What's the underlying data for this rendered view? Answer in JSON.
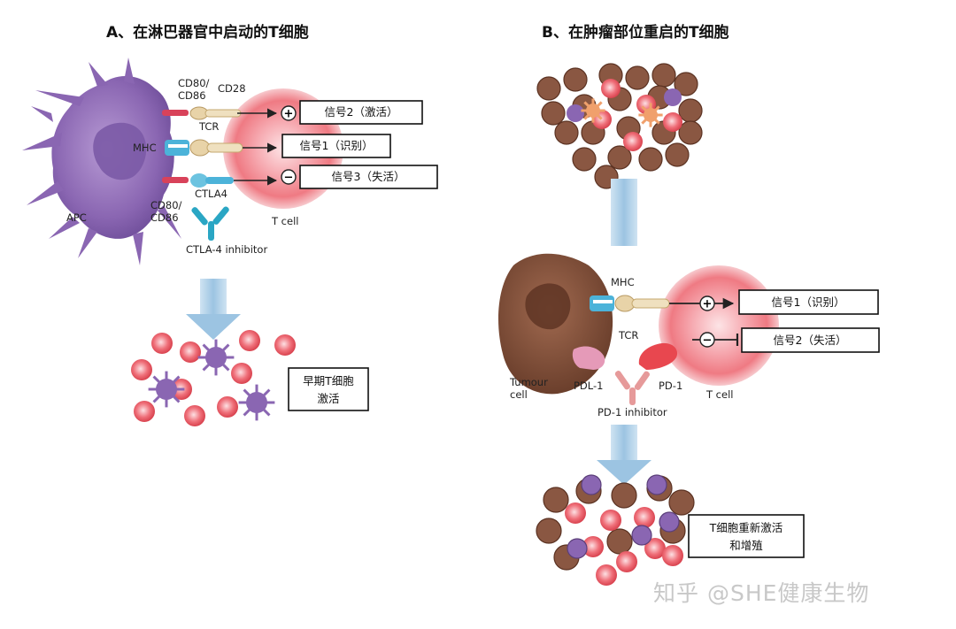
{
  "panel_a": {
    "title": "A、在淋巴器官中启动的T细胞",
    "apc_label": "APC",
    "mhc_label": "MHC",
    "cd80_top": "CD80/\nCD86",
    "cd28": "CD28",
    "tcr": "TCR",
    "ctla4": "CTLA4",
    "cd80_bottom": "CD80/\nCD86",
    "tcell_label": "T cell",
    "inhibitor": "CTLA-4 inhibitor",
    "signal_2": "信号2（激活）",
    "signal_1": "信号1（识别）",
    "signal_3": "信号3（失活）",
    "plus_sign": "+",
    "minus_sign": "−",
    "result": "早期T细胞\n激活"
  },
  "panel_b": {
    "title": "B、在肿瘤部位重启的T细胞",
    "mhc_label": "MHC",
    "tcr": "TCR",
    "tumour_label": "Tumour\ncell",
    "pdl1": "PDL-1",
    "pd1": "PD-1",
    "tcell_label": "T cell",
    "inhibitor": "PD-1 inhibitor",
    "signal_1": "信号1（识别）",
    "signal_2": "信号2（失活）",
    "plus_sign": "+",
    "minus_sign": "−",
    "result": "T细胞重新激活\n和增殖"
  },
  "watermark": "知乎 @SHE健康生物",
  "colors": {
    "apc": "#8e6bb5",
    "tcell_outer": "#f7c0c4",
    "tcell_inner": "#e8474f",
    "tumour": "#7a4a36",
    "arrow": "#9fc6e3",
    "inhibitor": "#2aa6c4",
    "cd80": "#d8425a"
  }
}
